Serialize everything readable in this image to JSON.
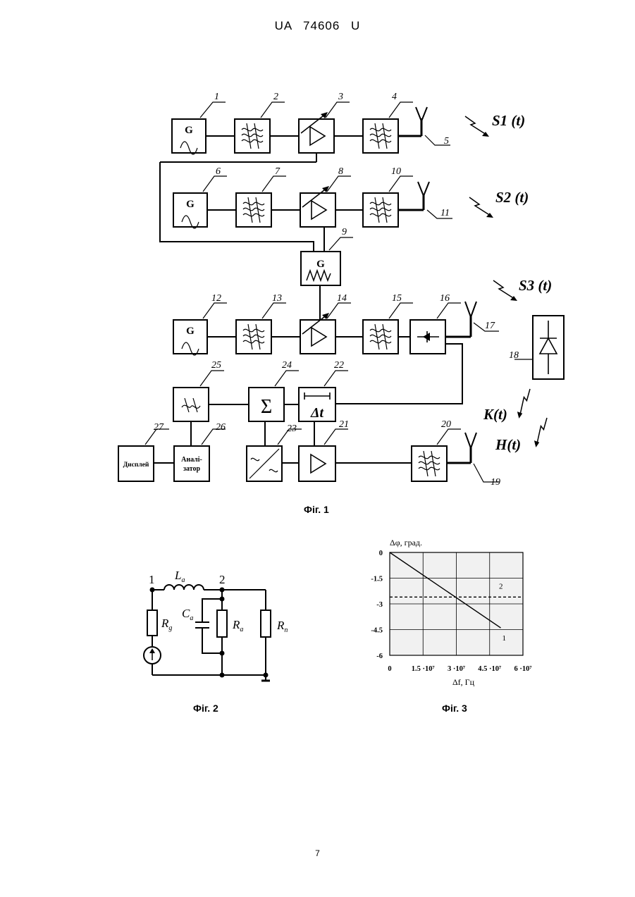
{
  "header": {
    "text": "UA   74606   U"
  },
  "fig1": {
    "caption": "Фіг. 1",
    "labels": [
      "1",
      "2",
      "3",
      "4",
      "5",
      "6",
      "7",
      "8",
      "9",
      "10",
      "11",
      "12",
      "13",
      "14",
      "15",
      "16",
      "17",
      "18",
      "19",
      "20",
      "21",
      "22",
      "23",
      "24",
      "25",
      "26",
      "27"
    ],
    "signals": {
      "s1": "S1 (t)",
      "s2": "S2 (t)",
      "s3": "S3 (t)",
      "k": "K(t)",
      "h": "H(t)"
    },
    "gen_letter": "G",
    "sum_symbol": "Σ",
    "delay_symbol": "Δt",
    "display_label": "Дисплей",
    "analyzer_line1": "Аналі-",
    "analyzer_line2": "затор"
  },
  "fig2": {
    "caption": "Фіг. 2",
    "node1": "1",
    "node2": "2",
    "La": "L",
    "La_sub": "a",
    "Ca": "C",
    "Ca_sub": "a",
    "Rg": "R",
    "Rg_sub": "g",
    "Ra": "R",
    "Ra_sub": "a",
    "Rn": "R",
    "Rn_sub": "n"
  },
  "fig3": {
    "caption": "Фіг. 3"
  },
  "chart_data": {
    "type": "line",
    "ylabel": "Δφ, град.",
    "xlabel": "Δf, Гц",
    "xlim": [
      0,
      60000000
    ],
    "ylim": [
      -6,
      0
    ],
    "grid": true,
    "x_ticks": [
      0,
      15000000,
      30000000,
      45000000,
      60000000
    ],
    "x_tick_labels": [
      "0",
      "1.5 ·10⁷",
      "3 ·10⁷",
      "4.5 ·10⁷",
      "6 ·10⁷"
    ],
    "y_ticks": [
      0,
      -1.5,
      -3,
      -4.5,
      -6
    ],
    "y_tick_labels": [
      "0",
      "-1.5",
      "-3",
      "-4.5",
      "-6"
    ],
    "series": [
      {
        "name": "1",
        "style": "solid",
        "x": [
          0,
          50000000
        ],
        "y": [
          0,
          -4.4
        ]
      },
      {
        "name": "2",
        "style": "dashed",
        "x": [
          0,
          60000000
        ],
        "y": [
          -2.6,
          -2.6
        ]
      }
    ]
  },
  "page_number": "7"
}
